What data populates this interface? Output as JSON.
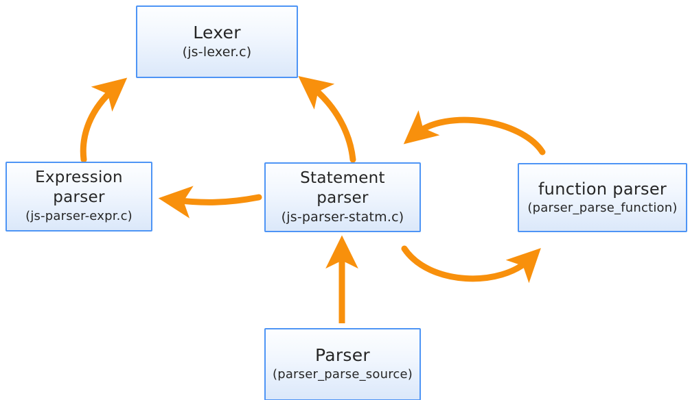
{
  "diagram": {
    "background_color": "#ffffff",
    "node_border_color": "#4d94f5",
    "node_fill_top_color": "#fdfeff",
    "node_fill_bottom_color": "#dbe8fa",
    "arrow_color": "#f8900c",
    "nodes": [
      {
        "id": "lexer",
        "title": "Lexer",
        "subtitle": "(js-lexer.c)"
      },
      {
        "id": "expression_parser",
        "title": "Expression\nparser",
        "title_line1": "Expression",
        "title_line2": "parser",
        "subtitle": "(js-parser-expr.c)"
      },
      {
        "id": "statement_parser",
        "title": "Statement\nparser",
        "title_line1": "Statement",
        "title_line2": "parser",
        "subtitle": "(js-parser-statm.c)"
      },
      {
        "id": "function_parser",
        "title": "function parser",
        "subtitle": "(parser_parse_function)"
      },
      {
        "id": "parser",
        "title": "Parser",
        "subtitle": "(parser_parse_source)"
      }
    ],
    "edges": [
      {
        "id": "expression-to-lexer",
        "from": "expression_parser",
        "to": "lexer",
        "style": "curved"
      },
      {
        "id": "statement-to-lexer",
        "from": "statement_parser",
        "to": "lexer",
        "style": "curved"
      },
      {
        "id": "statement-to-expression",
        "from": "statement_parser",
        "to": "expression_parser",
        "style": "curved"
      },
      {
        "id": "function-to-statement",
        "from": "function_parser",
        "to": "statement_parser",
        "style": "arc-over"
      },
      {
        "id": "statement-to-function",
        "from": "statement_parser",
        "to": "function_parser",
        "style": "arc-under"
      },
      {
        "id": "parser-to-statement",
        "from": "parser",
        "to": "statement_parser",
        "style": "straight"
      }
    ]
  }
}
